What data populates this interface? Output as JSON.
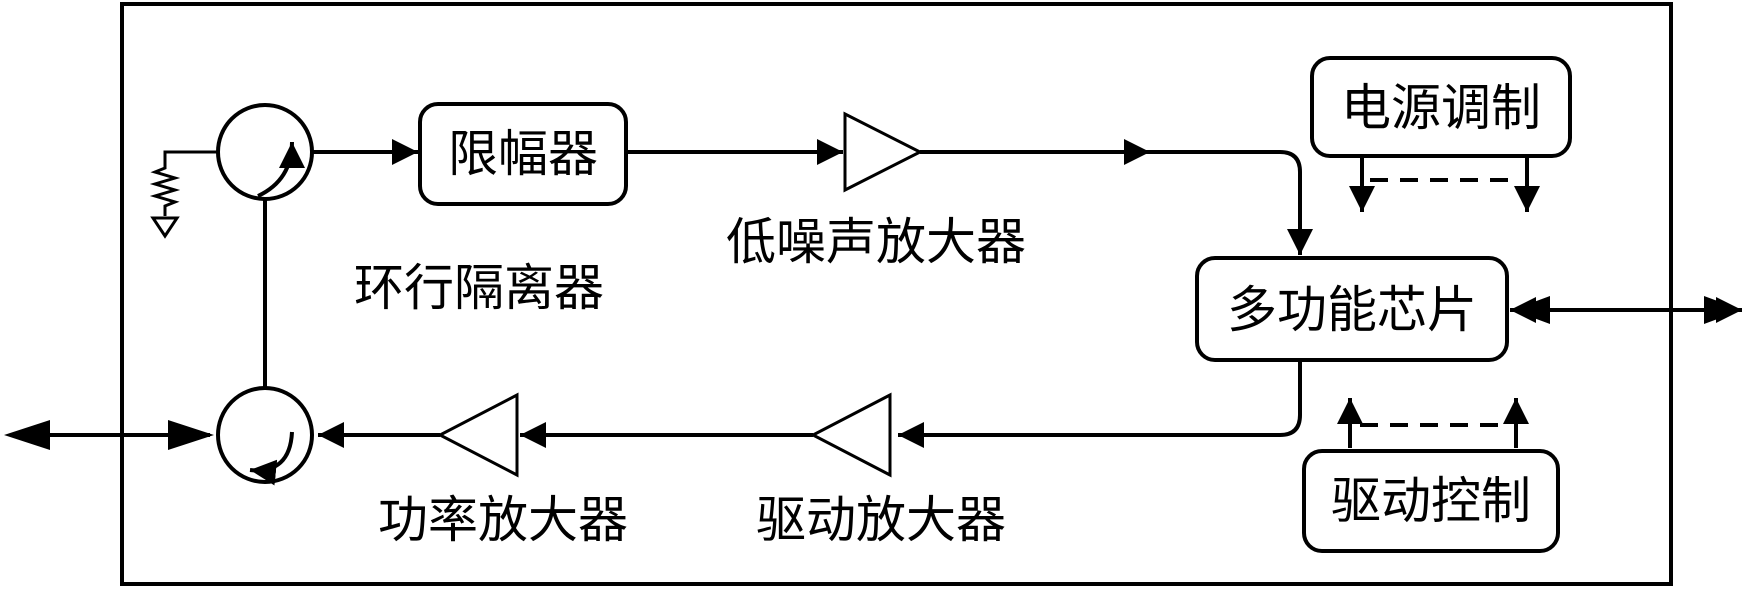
{
  "blocks": {
    "limiter": "限幅器",
    "power_modulation": "电源调制",
    "multifunction_chip": "多功能芯片",
    "drive_control": "驱动控制"
  },
  "labels": {
    "lna": "低噪声放大器",
    "circulator": "环行隔离器",
    "power_amp": "功率放大器",
    "driver_amp": "驱动放大器"
  },
  "colors": {
    "stroke": "#000000",
    "background": "#ffffff"
  }
}
